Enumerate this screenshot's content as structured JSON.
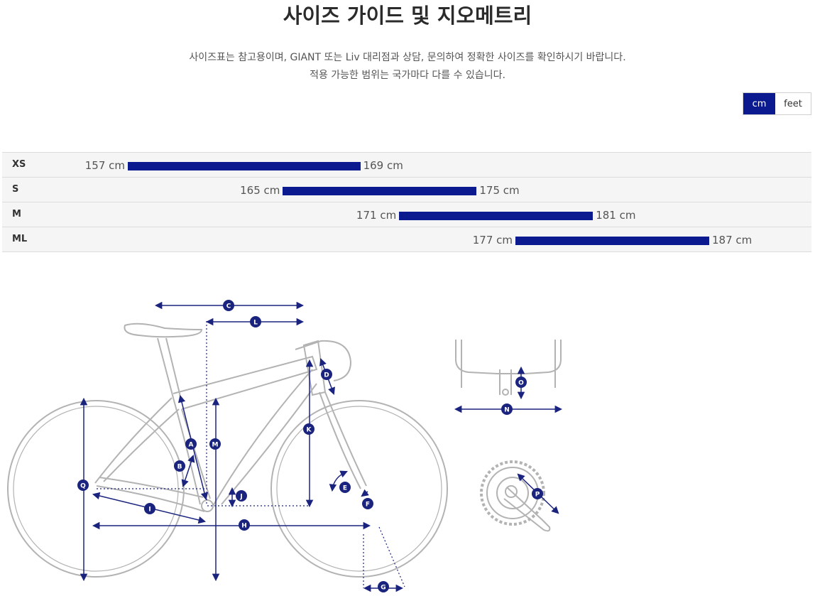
{
  "page": {
    "title": "사이즈 가이드 및 지오메트리",
    "subtitle_line1": "사이즈표는 참고용이며, GIANT 또는 Liv 대리점과 상담, 문의하여 정확한 사이즈를 확인하시기 바랍니다.",
    "subtitle_line2": "적용 가능한 범위는 국가마다 다를 수 있습니다."
  },
  "unit_toggle": {
    "options": [
      "cm",
      "feet"
    ],
    "selected": "cm"
  },
  "size_chart": {
    "rows": [
      {
        "size": "XS",
        "min": 157,
        "max": 169,
        "min_label": "157 cm",
        "max_label": "169 cm"
      },
      {
        "size": "S",
        "min": 165,
        "max": 175,
        "min_label": "165 cm",
        "max_label": "175 cm"
      },
      {
        "size": "M",
        "min": 171,
        "max": 181,
        "min_label": "171 cm",
        "max_label": "181 cm"
      },
      {
        "size": "ML",
        "min": 177,
        "max": 187,
        "min_label": "177 cm",
        "max_label": "187 cm"
      }
    ],
    "bar_color": "#0b1b8f"
  },
  "geometry_diagram": {
    "line_color": "#1a237e",
    "markers": [
      "A",
      "B",
      "C",
      "D",
      "E",
      "F",
      "G",
      "H",
      "I",
      "J",
      "K",
      "L",
      "M",
      "N",
      "O",
      "P",
      "Q"
    ]
  }
}
